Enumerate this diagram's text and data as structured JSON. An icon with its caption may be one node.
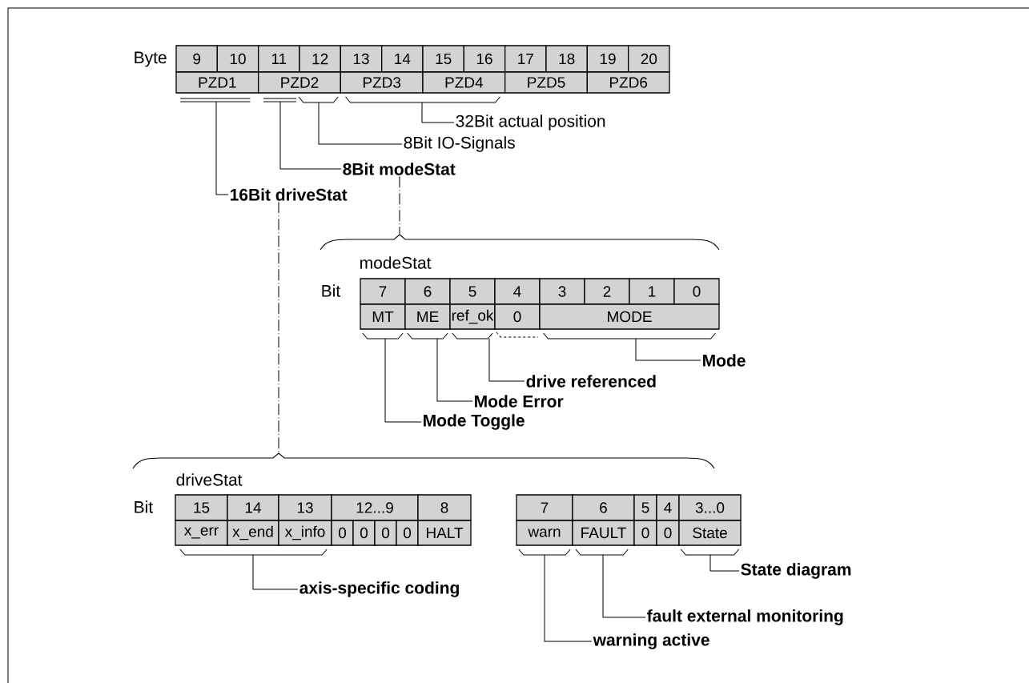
{
  "diagram": {
    "nodes": [
      {
        "text": [
          "9"
        ]
      },
      {
        "text": [
          "10"
        ]
      },
      {
        "text": [
          "11"
        ]
      },
      {
        "text": [
          "12"
        ]
      },
      {
        "text": [
          "13"
        ]
      },
      {
        "text": [
          "14"
        ]
      },
      {
        "text": [
          "15"
        ]
      },
      {
        "text": [
          "16"
        ]
      },
      {
        "text": [
          "17"
        ]
      },
      {
        "text": [
          "18"
        ]
      },
      {
        "text": [
          "19"
        ]
      },
      {
        "text": [
          "20"
        ]
      },
      {
        "text": [
          "PZD1"
        ]
      },
      {
        "text": [
          "PZD2"
        ]
      },
      {
        "text": [
          "PZD3"
        ]
      },
      {
        "text": [
          "PZD4"
        ]
      },
      {
        "text": [
          "PZD5"
        ]
      },
      {
        "text": [
          "PZD6"
        ]
      },
      {
        "text": [
          "32Bit actual position"
        ]
      },
      {
        "text": [
          "8Bit IO-Signals"
        ]
      },
      {
        "text": [
          "8Bit modeStat"
        ]
      },
      {
        "text": [
          "16Bit driveStat"
        ]
      },
      {
        "text": [
          "7"
        ]
      },
      {
        "text": [
          "6"
        ]
      },
      {
        "text": [
          "5"
        ]
      },
      {
        "text": [
          "4"
        ]
      },
      {
        "text": [
          "3"
        ]
      },
      {
        "text": [
          "2"
        ]
      },
      {
        "text": [
          "1"
        ]
      },
      {
        "text": [
          "0"
        ]
      },
      {
        "text": [
          "MT"
        ]
      },
      {
        "text": [
          "ME"
        ]
      },
      {
        "text": [
          "ref_ok"
        ]
      },
      {
        "text": [
          "0"
        ]
      },
      {
        "text": [
          "MODE"
        ]
      },
      {
        "text": [
          "Mode"
        ]
      },
      {
        "text": [
          "drive referenced"
        ]
      },
      {
        "text": [
          "Mode Error"
        ]
      },
      {
        "text": [
          "Mode Toggle"
        ]
      },
      {
        "text": [
          "15"
        ]
      },
      {
        "text": [
          "14"
        ]
      },
      {
        "text": [
          "13"
        ]
      },
      {
        "text": [
          "12...9"
        ]
      },
      {
        "text": [
          "8"
        ]
      },
      {
        "text": [
          "7"
        ]
      },
      {
        "text": [
          "6"
        ]
      },
      {
        "text": [
          "5"
        ]
      },
      {
        "text": [
          "4"
        ]
      },
      {
        "text": [
          "3...0"
        ]
      },
      {
        "text": [
          "x_err"
        ]
      },
      {
        "text": [
          "x_end"
        ]
      },
      {
        "text": [
          "x_info"
        ]
      },
      {
        "text": [
          "0"
        ]
      },
      {
        "text": [
          "0"
        ]
      },
      {
        "text": [
          "0"
        ]
      },
      {
        "text": [
          "0"
        ]
      },
      {
        "text": [
          "HALT"
        ]
      },
      {
        "text": [
          "warn"
        ]
      },
      {
        "text": [
          "FAULT"
        ]
      },
      {
        "text": [
          "0"
        ]
      },
      {
        "text": [
          "0"
        ]
      },
      {
        "text": [
          "State"
        ]
      },
      {
        "text": [
          "State diagram"
        ]
      },
      {
        "text": [
          "axis-specific coding"
        ]
      },
      {
        "text": [
          "fault external monitoring"
        ]
      },
      {
        "text": [
          "warning active"
        ]
      },
      {
        "text": [],
        "shape": "brace"
      },
      {
        "text": [],
        "shape": "brace"
      }
    ],
    "edges": [
      {
        "from": 18,
        "to": 14,
        "arrow": "none"
      },
      {
        "from": 18,
        "to": 15,
        "arrow": "none"
      },
      {
        "from": 19,
        "to": 13,
        "arrow": "none"
      },
      {
        "from": 20,
        "to": 13,
        "arrow": "none"
      },
      {
        "from": 21,
        "to": 12,
        "arrow": "none"
      },
      {
        "from": 20,
        "to": 66,
        "arrow": "none",
        "style": "dashed"
      },
      {
        "from": 21,
        "to": 67,
        "arrow": "none",
        "style": "dashed"
      },
      {
        "from": 35,
        "to": 34,
        "arrow": "none"
      },
      {
        "from": 36,
        "to": 32,
        "arrow": "none"
      },
      {
        "from": 37,
        "to": 31,
        "arrow": "none"
      },
      {
        "from": 38,
        "to": 30,
        "arrow": "none"
      },
      {
        "from": 62,
        "to": 61,
        "arrow": "none"
      },
      {
        "from": 63,
        "to": 49,
        "arrow": "none"
      },
      {
        "from": 63,
        "to": 50,
        "arrow": "none"
      },
      {
        "from": 63,
        "to": 51,
        "arrow": "none"
      },
      {
        "from": 64,
        "to": 58,
        "arrow": "none"
      },
      {
        "from": 65,
        "to": 57,
        "arrow": "none"
      }
    ],
    "labels": [
      "Byte",
      "modeStat",
      "Bit",
      "driveStat",
      "Bit"
    ]
  }
}
